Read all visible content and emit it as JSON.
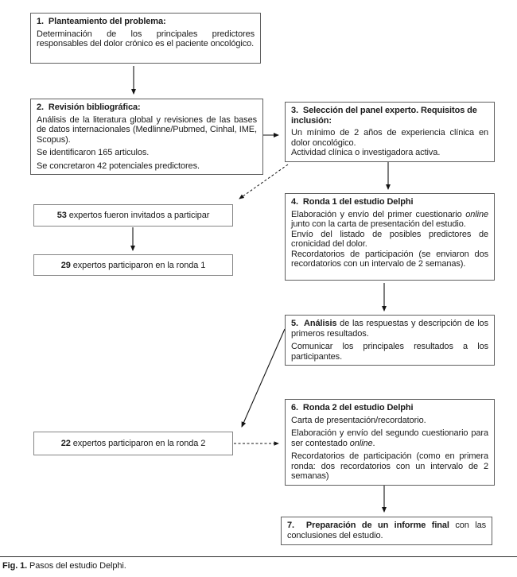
{
  "colors": {
    "box-border": "#5f5f5f",
    "small-box-border": "#858585",
    "arrow": "#141414",
    "text": "#1b1b1b"
  },
  "boxes": {
    "b1": {
      "title": "1.  Planteamiento del problema:",
      "p1": "Determinación de los principales predictores responsables del dolor crónico es el paciente oncológico."
    },
    "b2": {
      "title": "2.  Revisión bibliográfica:",
      "p1": "Análisis de la literatura global y revisiones de las bases de datos internacionales (Medlinne/Pubmed, Cinhal, IME, Scopus).",
      "p2": "Se identificaron 165 articulos.",
      "p3": "Se concretaron 42 potenciales predictores."
    },
    "b3": {
      "title": "3.  Selección del panel experto. Requisitos de inclusión:",
      "p1": "Un mínimo de 2 años de experiencia clínica en dolor oncológico.",
      "p2": "Actividad clínica o investigadora activa."
    },
    "b4": {
      "title": "4.  Ronda 1 del estudio Delphi",
      "p1_pre": "Elaboración y envío del primer cuestionario ",
      "p1_italic": "online",
      "p1_post": " junto con la carta de presentación del estudio.",
      "p2": "Envío del listado de posibles predictores de cronicidad del dolor.",
      "p3": "Recordatorios de participación (se enviaron dos recordatorios con un intervalo de 2 semanas)."
    },
    "b5": {
      "title_bold": "5.  Análisis",
      "title_rest": " de las respuestas y descripción de los primeros resultados.",
      "p2": "Comunicar los principales resultados a los participantes."
    },
    "b6": {
      "title": "6.  Ronda 2 del estudio Delphi",
      "p1": "Carta de presentación/recordatorio.",
      "p2_pre": "Elaboración y envío del segundo cuestionario para ser contestado ",
      "p2_italic": "online",
      "p2_post": ".",
      "p3": "Recordatorios de participación (como en primera ronda: dos recordatorios con un intervalo de 2 semanas)"
    },
    "b7": {
      "bold": "7.  Preparación de un informe final",
      "rest": " con las conclusiones del estudio."
    }
  },
  "milestones": {
    "m53": {
      "num": "53",
      "rest": " expertos fueron invitados a participar"
    },
    "m29": {
      "num": "29",
      "rest": " expertos participaron en la ronda 1"
    },
    "m22": {
      "num": "22",
      "rest": " expertos participaron en la ronda 2"
    }
  },
  "caption": {
    "label": "Fig. 1.",
    "rest": " Pasos del estudio Delphi."
  }
}
